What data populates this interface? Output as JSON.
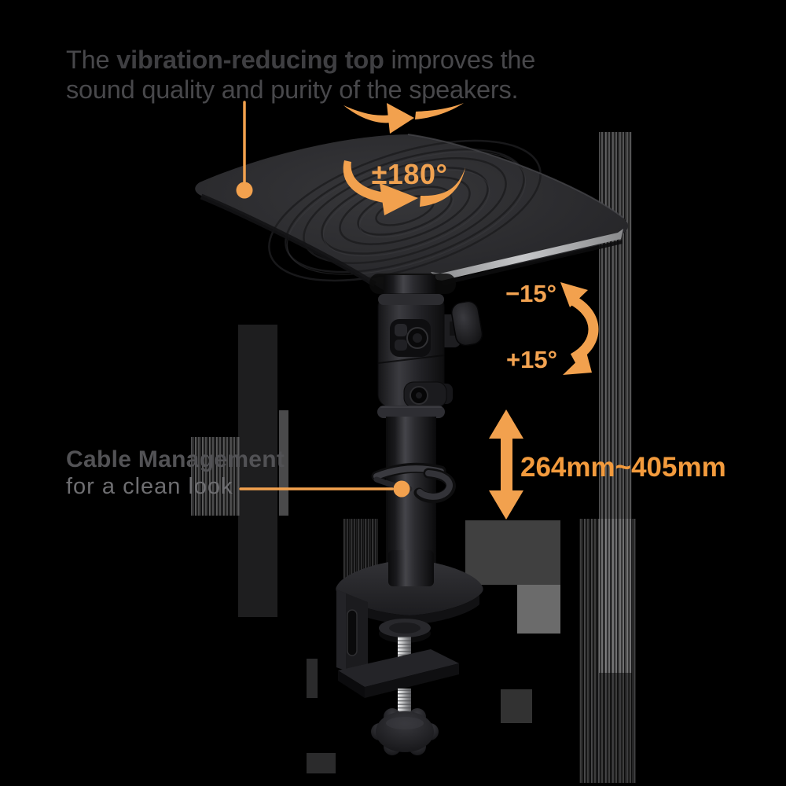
{
  "page": {
    "background": "#000000"
  },
  "headline": {
    "prefix": "The ",
    "bold": "vibration-reducing top",
    "suffix": " improves the",
    "line2": "sound quality and purity of the speakers."
  },
  "callouts": {
    "rotation": {
      "label": "±180°"
    },
    "tilt": {
      "up_label": "−15°",
      "down_label": "+15°"
    },
    "height": {
      "label": "264mm~405mm"
    },
    "cable": {
      "title": "Cable Management",
      "subtitle": "for a clean look"
    }
  },
  "icons": {
    "rotation_swoosh": "rotation-swoosh-arrows-icon",
    "rotation_circle": "rotation-circle-arrows-icon",
    "tilt_arc": "tilt-arc-double-arrow-icon",
    "height_arrow": "height-double-arrow-icon",
    "callout_dots": "callout-line-dot"
  },
  "colors": {
    "accent": "#F2A14E",
    "accent_text": "#F39B3D",
    "headline_text": "#48484B",
    "cable_title_text": "#525255",
    "cable_subtitle_text": "#6E6E71",
    "platform_dark": "#2B2B2E",
    "silver_edge": "#B9BABC"
  }
}
